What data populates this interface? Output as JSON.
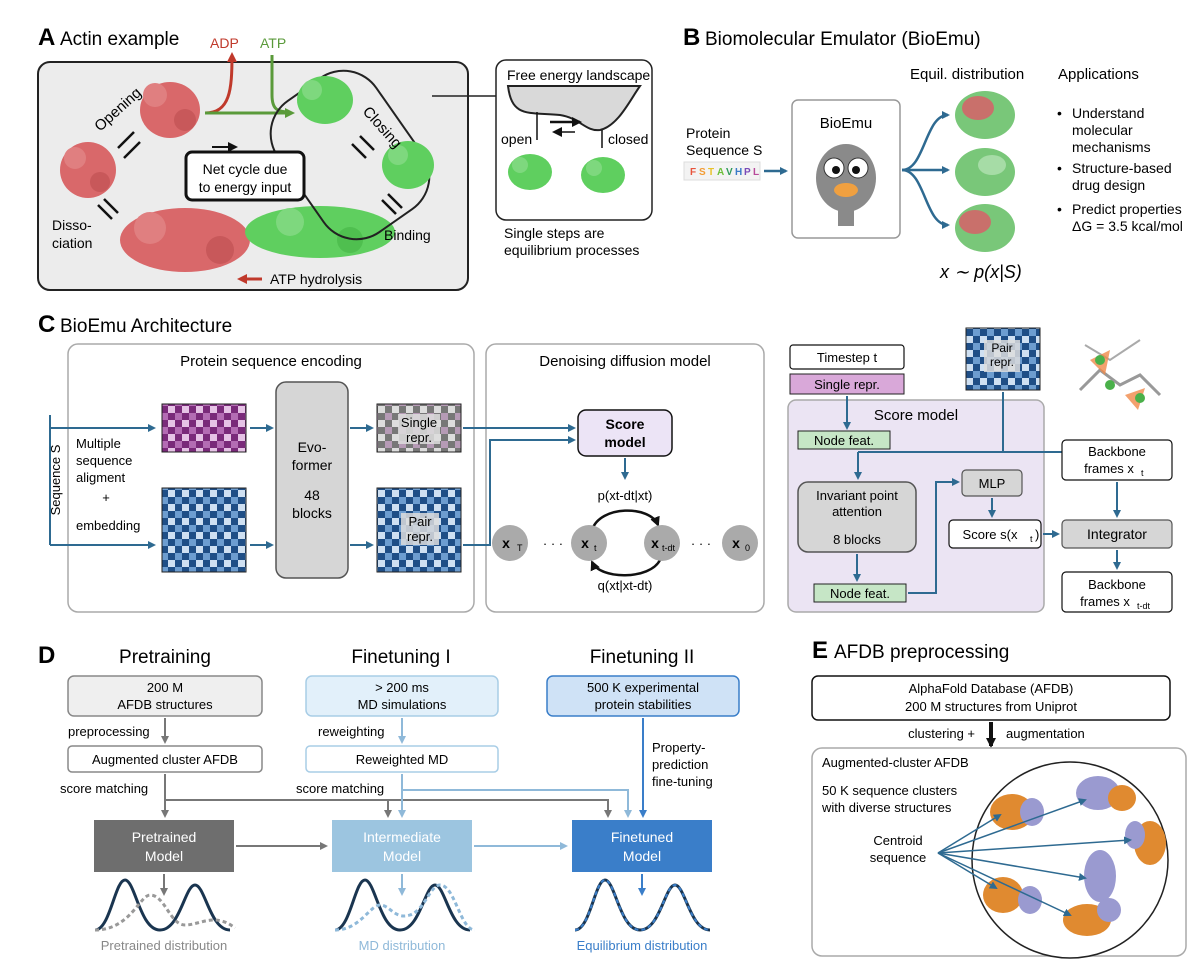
{
  "panel_a": {
    "letter": "A",
    "title": "Actin example",
    "adp": "ADP",
    "atp": "ATP",
    "opening": "Opening",
    "closing": "Closing",
    "net_cycle_1": "Net cycle due",
    "net_cycle_2": "to energy input",
    "disso_1": "Disso-",
    "disso_2": "ciation",
    "binding": "Binding",
    "atp_hydrolysis": "ATP hydrolysis",
    "fel": "Free energy landscape",
    "open": "open",
    "closed": "closed",
    "single_1": "Single steps are",
    "single_2": "equilibrium processes"
  },
  "panel_b": {
    "letter": "B",
    "title": "Biomolecular Emulator (BioEmu)",
    "seq_1": "Protein",
    "seq_2": "Sequence S",
    "seq_chars": [
      "F",
      "S",
      "T",
      "A",
      "V",
      "H",
      "P",
      "L"
    ],
    "seq_colors": [
      "#e8543c",
      "#f39c34",
      "#e8c22c",
      "#6cbf3a",
      "#2f9a5a",
      "#3a7ac8",
      "#7a4ab8",
      "#b84a9a"
    ],
    "bioemu": "BioEmu",
    "equil": "Equil. distribution",
    "formula": "x ∼ p(x|S)",
    "applications": "Applications",
    "app1": [
      "Understand",
      "molecular",
      "mechanisms"
    ],
    "app2": [
      "Structure-based",
      "drug design"
    ],
    "app3": [
      "Predict properties",
      "ΔG = 3.5 kcal/mol"
    ]
  },
  "panel_c": {
    "letter": "C",
    "title": "BioEmu Architecture",
    "enc_title": "Protein sequence encoding",
    "diff_title": "Denoising diffusion model",
    "seq_s": "Sequence S",
    "msa_1": "Multiple",
    "msa_2": "sequence",
    "msa_3": "aligment",
    "plus": "+",
    "embedding": "embedding",
    "evo_1": "Evo-",
    "evo_2": "former",
    "evo_3": "48",
    "evo_4": "blocks",
    "single_1": "Single",
    "single_2": "repr.",
    "pair_1": "Pair",
    "pair_2": "repr.",
    "score_1": "Score",
    "score_2": "model",
    "p_label": "p(xt-dt|xt)",
    "q_label": "q(xt|xt-dt)",
    "x_T": "x",
    "x_T_sub": "T",
    "x_t": "x",
    "x_t_sub": "t",
    "x_tdt": "x",
    "x_tdt_sub": "t-dt",
    "x_0": "x",
    "x_0_sub": "0",
    "dots": "· · ·",
    "timestep": "Timestep t",
    "single_repr": "Single repr.",
    "score_model": "Score model",
    "node_feat": "Node feat.",
    "ipa_1": "Invariant point",
    "ipa_2": "attention",
    "ipa_3": "8 blocks",
    "mlp": "MLP",
    "score_s": "Score s(x",
    "score_s_sub": "t",
    "integrator": "Integrator",
    "bb_1": "Backbone",
    "bb_2": "frames  x",
    "bb_sub_t": "t",
    "bb_sub_tdt": "t-dt"
  },
  "panel_d": {
    "letter": "D",
    "pretraining": "Pretraining",
    "finetuning1": "Finetuning I",
    "finetuning2": "Finetuning II",
    "afdb_1": "200 M",
    "afdb_2": "AFDB structures",
    "md_1": "> 200 ms",
    "md_2": "MD simulations",
    "exp_1": "500 K experimental",
    "exp_2": "protein stabilities",
    "preprocessing": "preprocessing",
    "reweighting": "reweighting",
    "augmented": "Augmented cluster AFDB",
    "reweighted": "Reweighted MD",
    "score_matching": "score matching",
    "score_matching2": "score matching",
    "ppf_1": "Property-",
    "ppf_2": "prediction",
    "ppf_3": "fine-tuning",
    "pretrained_1": "Pretrained",
    "pretrained_2": "Model",
    "intermediate_1": "Intermediate",
    "intermediate_2": "Model",
    "finetuned_1": "Finetuned",
    "finetuned_2": "Model",
    "dist_pre": "Pretrained distribution",
    "dist_md": "MD distribution",
    "dist_eq": "Equilibrium distribution"
  },
  "panel_e": {
    "letter": "E",
    "title": "AFDB preprocessing",
    "afdb_1": "AlphaFold Database (AFDB)",
    "afdb_2": "200 M structures from Uniprot",
    "clustering": "clustering +",
    "augmentation": "augmentation",
    "aug_title": "Augmented-cluster AFDB",
    "clusters_1": "50 K sequence clusters",
    "clusters_2": "with diverse structures",
    "centroid_1": "Centroid",
    "centroid_2": "sequence"
  },
  "colors": {
    "red": "#c0392b",
    "green": "#5a9a3a",
    "protein_red": "#d9686a",
    "protein_green": "#5fcf5f",
    "blue_arrow": "#2e6a91",
    "dark_gray": "#6e6e6e",
    "light_blue": "#9cc5e0",
    "blue": "#3a7ec9",
    "purple_bg": "#ebe4f3"
  }
}
